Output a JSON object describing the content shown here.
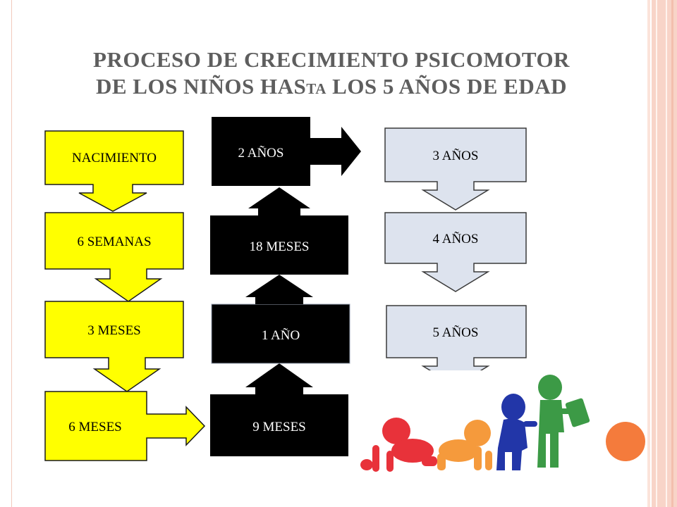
{
  "title": {
    "line1": "PROCESO DE CRECIMIENTO PSICOMOTOR",
    "line2_a": "DE LOS NIÑOS HAS",
    "line2_small": "TA",
    "line2_b": " LOS 5 AÑOS DE EDAD"
  },
  "stages": {
    "nacimiento": "NACIMIENTO",
    "seis_semanas": "6 SEMANAS",
    "tres_meses": "3 MESES",
    "seis_meses": "6 MESES",
    "nueve_meses": "9 MESES",
    "un_ano": "1 AÑO",
    "dieciocho_meses": "18 MESES",
    "dos_anos": "2 AÑOS",
    "tres_anos": "3 AÑOS",
    "cuatro_anos": "4 AÑOS",
    "cinco_anos": "5 AÑOS"
  },
  "colors": {
    "yellow": "#ffff00",
    "black": "#000000",
    "light": "#dde3ee",
    "accent_orange": "#f47b3c"
  }
}
